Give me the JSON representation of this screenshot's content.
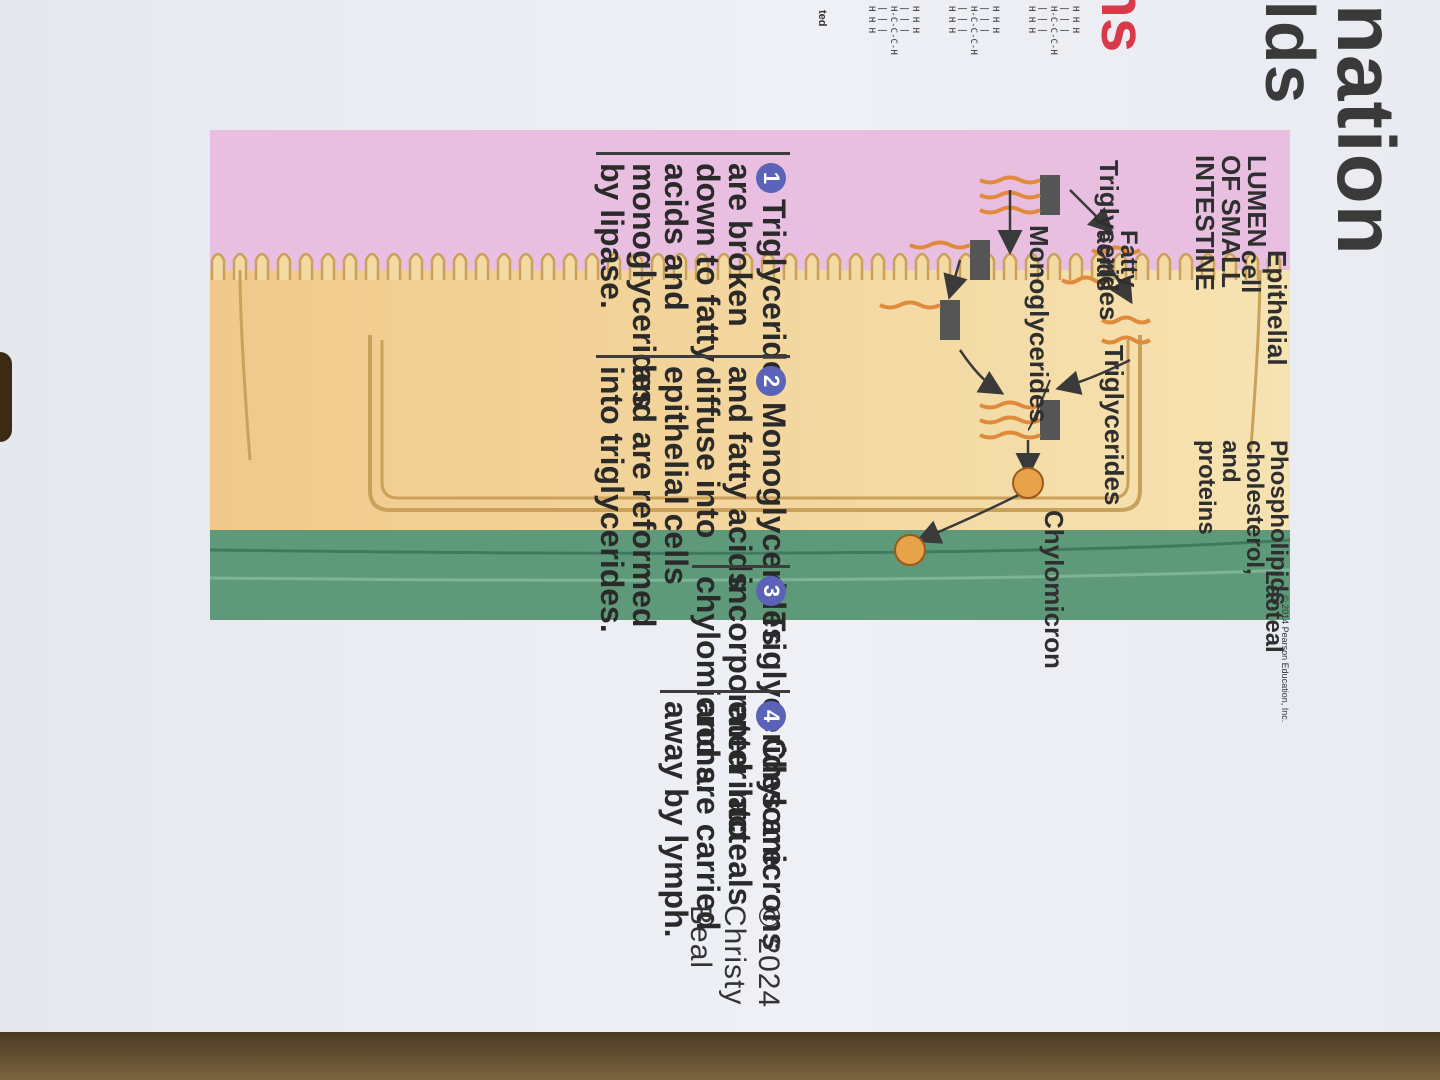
{
  "slide": {
    "title_fragment": "ination",
    "subtitle_fragment": "ilds",
    "red_fragment": "ns",
    "small_fragment": "ted",
    "footer": "© 2024 Christy Beal"
  },
  "figure": {
    "labels": {
      "lumen": "LUMEN\nOF SMALL\nINTESTINE",
      "epithelial": "Epithelial\ncell",
      "triglycerides_top": "Triglycerides",
      "fatty_acids": "Fatty\nacids",
      "monoglycerides": "Monoglycerides",
      "triglycerides_mid": "Triglycerides",
      "phospho": "Phospholipids,\ncholesterol,\nand\nproteins",
      "chylomicron": "Chylomicron",
      "lacteal": "Lacteal",
      "credit": "© 2014 Pearson Education, Inc."
    },
    "colors": {
      "lumen": "#e8bfe0",
      "cell": "#f3d9a2",
      "lacteal": "#5e9a7a",
      "membrane": "#c9a15a",
      "fatty": "#e08a3c"
    }
  },
  "steps": [
    {
      "num": "1",
      "text": "Triglycerides\nare broken\ndown to fatty\nacids and\nmonoglycerides\nby lipase."
    },
    {
      "num": "2",
      "text": "Monoglycerides\nand fatty acids\ndiffuse into\nepithelial cells\nand are reformed\ninto triglycerides."
    },
    {
      "num": "3",
      "text": "Triglycerides are\nincorporated into\nchylomicrons."
    },
    {
      "num": "4",
      "text": "Chylomicrons\nenter lacteals\nand are carried\naway by lymph."
    }
  ]
}
